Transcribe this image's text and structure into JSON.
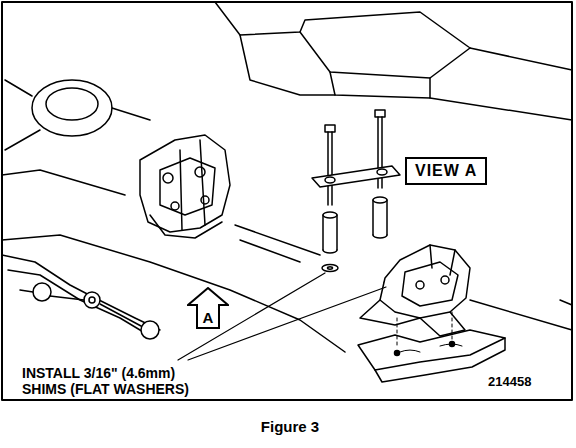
{
  "diagram": {
    "caption": "Figure 3",
    "nodes": [
      {
        "text": [
          "VIEW A"
        ]
      },
      {
        "text": [
          "A"
        ]
      }
    ],
    "labels": [
      "INSTALL 3/16\" (4.6mm) SHIMS (FLAT WASHERS)",
      "214458"
    ]
  }
}
